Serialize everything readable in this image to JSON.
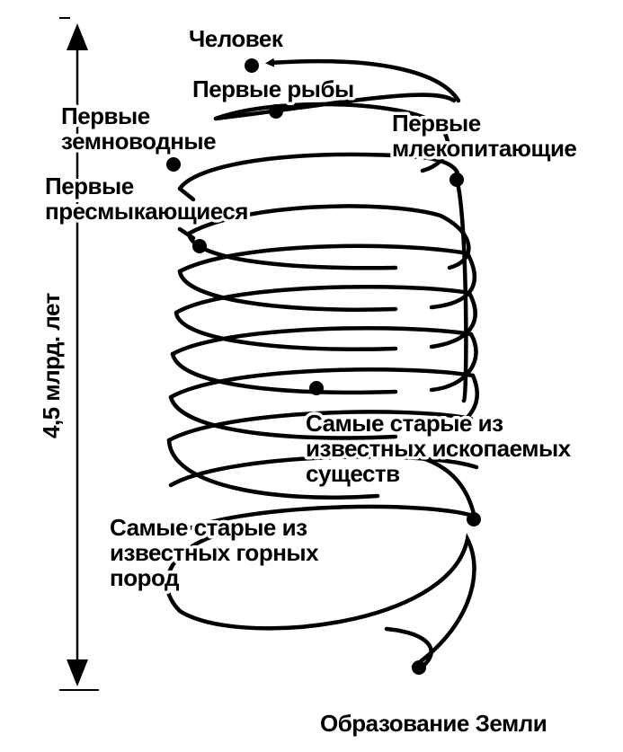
{
  "axis": {
    "duration_label": "4,5 млрд. лет"
  },
  "events": {
    "human": "Человек",
    "first_fish": "Первые рыбы",
    "first_amphibians_line1": "Первые",
    "first_amphibians_line2": "земноводные",
    "first_mammals_line1": "Первые",
    "first_mammals_line2": "млекопитающие",
    "first_reptiles_line1": "Первые",
    "first_reptiles_line2": "пресмыкающиеся",
    "oldest_fossils_line1": "Самые старые из",
    "oldest_fossils_line2": "известных ископаемых",
    "oldest_fossils_line3": "существ",
    "oldest_rocks_line1": "Самые старые из",
    "oldest_rocks_line2": "известных горных",
    "oldest_rocks_line3": "пород",
    "earth_formation": "Образование Земли"
  },
  "colors": {
    "ink": "#000000",
    "background": "#ffffff"
  }
}
